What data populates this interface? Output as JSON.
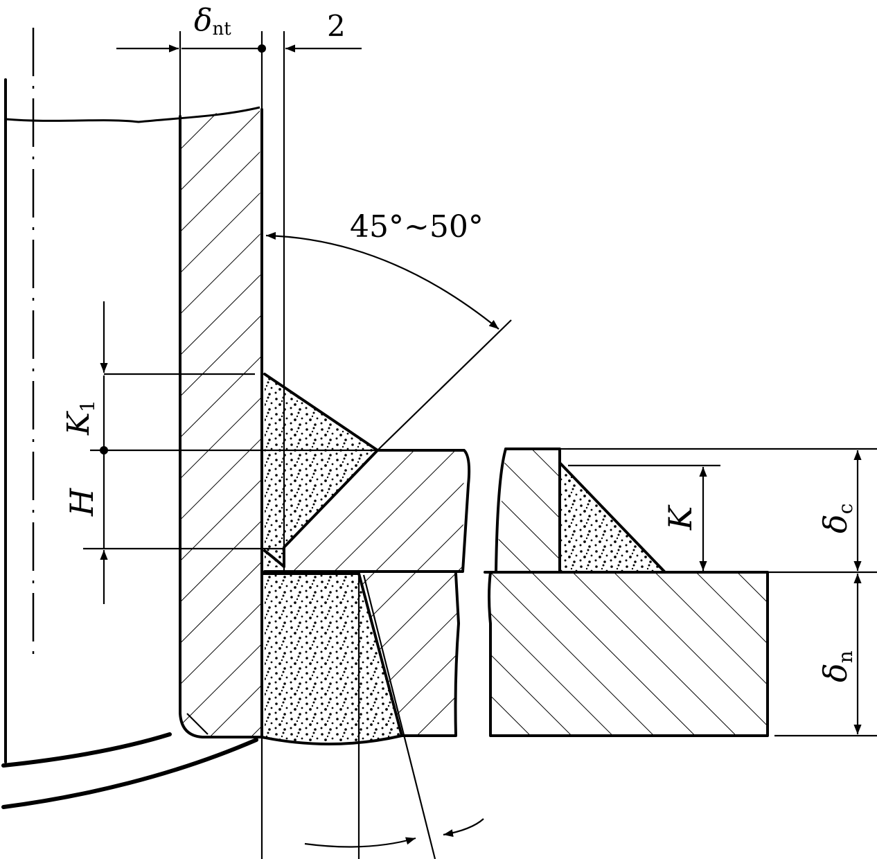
{
  "labels": {
    "delta_nt": {
      "sym": "δ",
      "sub": "nt"
    },
    "gap": "2",
    "angle": "45°~50°",
    "k1": {
      "sym": "K",
      "sub": "1"
    },
    "h": "H",
    "k": "K",
    "delta_c": {
      "sym": "δ",
      "sub": "c"
    },
    "delta_n": {
      "sym": "δ",
      "sub": "n"
    }
  },
  "colors": {
    "line": "#000000",
    "paper": "#ffffff"
  }
}
